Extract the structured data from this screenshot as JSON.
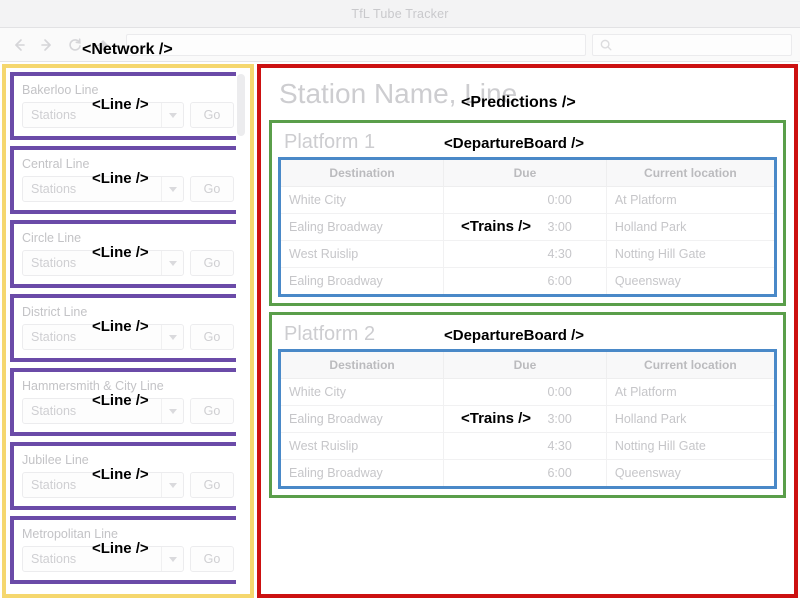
{
  "window": {
    "title": "TfL Tube Tracker"
  },
  "toolbar": {
    "back_icon": "back-arrow-icon",
    "forward_icon": "forward-arrow-icon",
    "reload_icon": "reload-icon",
    "home_icon": "home-icon",
    "url_value": "",
    "url_placeholder": "",
    "search_value": "",
    "search_placeholder": "",
    "search_icon": "search-icon"
  },
  "annotations": {
    "network": "<Network />",
    "line": "<Line />",
    "predictions": "<Predictions />",
    "departure_board": "<DepartureBoard />",
    "trains": "<Trains />"
  },
  "colors": {
    "network_border": "#f5d76e",
    "line_border": "#6b4ba8",
    "predictions_border": "#cc1111",
    "board_border": "#5a9e4a",
    "trains_border": "#4a89c8",
    "muted_text": "#c6c6c9",
    "heading_text": "#cdcdd0"
  },
  "sidebar": {
    "lines": [
      {
        "name": "Bakerloo Line",
        "station_placeholder": "Stations",
        "go_label": "Go"
      },
      {
        "name": "Central Line",
        "station_placeholder": "Stations",
        "go_label": "Go"
      },
      {
        "name": "Circle Line",
        "station_placeholder": "Stations",
        "go_label": "Go"
      },
      {
        "name": "District Line",
        "station_placeholder": "Stations",
        "go_label": "Go"
      },
      {
        "name": "Hammersmith & City Line",
        "station_placeholder": "Stations",
        "go_label": "Go"
      },
      {
        "name": "Jubilee Line",
        "station_placeholder": "Stations",
        "go_label": "Go"
      },
      {
        "name": "Metropolitan Line",
        "station_placeholder": "Stations",
        "go_label": "Go"
      }
    ]
  },
  "main": {
    "station_heading": "Station Name, Line",
    "columns": [
      "Destination",
      "Due",
      "Current location"
    ],
    "boards": [
      {
        "title": "Platform 1",
        "trains": [
          {
            "destination": "White City",
            "due": "0:00",
            "location": "At Platform"
          },
          {
            "destination": "Ealing Broadway",
            "due": "3:00",
            "location": "Holland Park"
          },
          {
            "destination": "West Ruislip",
            "due": "4:30",
            "location": "Notting Hill Gate"
          },
          {
            "destination": "Ealing Broadway",
            "due": "6:00",
            "location": "Queensway"
          }
        ]
      },
      {
        "title": "Platform 2",
        "trains": [
          {
            "destination": "White City",
            "due": "0:00",
            "location": "At Platform"
          },
          {
            "destination": "Ealing Broadway",
            "due": "3:00",
            "location": "Holland Park"
          },
          {
            "destination": "West Ruislip",
            "due": "4:30",
            "location": "Notting Hill Gate"
          },
          {
            "destination": "Ealing Broadway",
            "due": "6:00",
            "location": "Queensway"
          }
        ]
      }
    ]
  }
}
